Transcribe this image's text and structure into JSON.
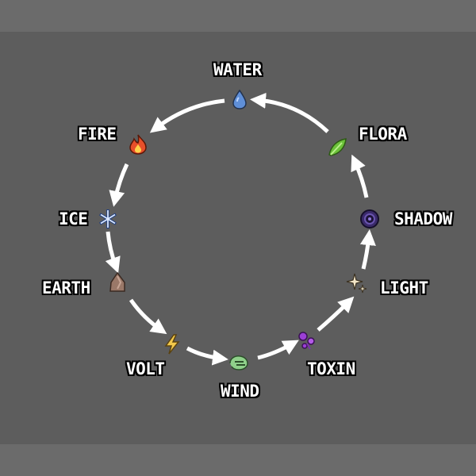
{
  "elements": [
    {
      "key": "water",
      "label": "WATER",
      "icon": "water-drop-icon",
      "color": "#5f8fd8"
    },
    {
      "key": "flora",
      "label": "FLORA",
      "icon": "leaf-icon",
      "color": "#6cc23a"
    },
    {
      "key": "shadow",
      "label": "SHADOW",
      "icon": "shadow-orb-icon",
      "color": "#3a2a6a"
    },
    {
      "key": "light",
      "label": "LIGHT",
      "icon": "sparkle-icon",
      "color": "#f3e6c8"
    },
    {
      "key": "toxin",
      "label": "TOXIN",
      "icon": "toxin-icon",
      "color": "#9b3fd6"
    },
    {
      "key": "wind",
      "label": "WIND",
      "icon": "wind-icon",
      "color": "#8fd08a"
    },
    {
      "key": "volt",
      "label": "VOLT",
      "icon": "bolt-icon",
      "color": "#f2c84b"
    },
    {
      "key": "earth",
      "label": "EARTH",
      "icon": "rock-icon",
      "color": "#9a7868"
    },
    {
      "key": "ice",
      "label": "ICE",
      "icon": "snowflake-icon",
      "color": "#dbe8ff"
    },
    {
      "key": "fire",
      "label": "FIRE",
      "icon": "flame-icon",
      "color": "#e8502a"
    }
  ],
  "arrow_color": "#ffffff",
  "background": "#5d5d5d"
}
